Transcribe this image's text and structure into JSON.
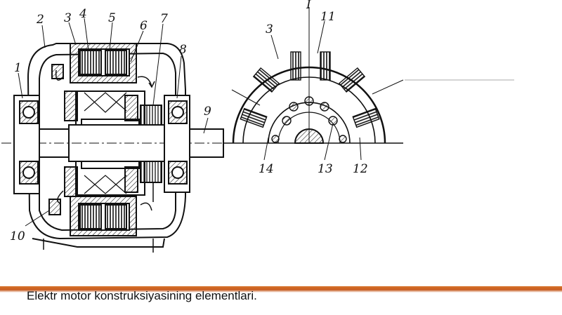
{
  "diagram": {
    "labels": {
      "l1": "1",
      "l2": "2",
      "l3": "3",
      "l4": "4",
      "l5": "5",
      "l6": "6",
      "l7": "7",
      "l8": "8",
      "l9": "9",
      "l10": "10",
      "l11": "11",
      "l12": "12",
      "l13": "13",
      "l14": "14",
      "l3b": "3",
      "lI": "I"
    }
  },
  "caption": {
    "text": "Elektr motor konstruksiyasining elementlari."
  },
  "colors": {
    "ink": "#111111",
    "accent_bar": "#c65a1e"
  }
}
